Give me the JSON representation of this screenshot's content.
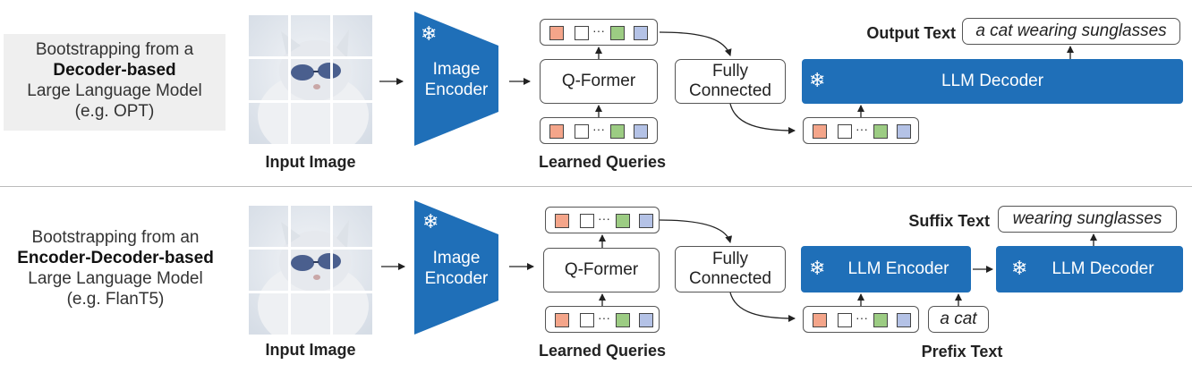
{
  "rows": [
    {
      "id": "decoder",
      "description_lines": [
        "Bootstrapping from a",
        "Decoder-based",
        "Large Language Model",
        "(e.g. OPT)"
      ],
      "input_caption": "Input Image",
      "image_encoder_label": [
        "Image",
        "Encoder"
      ],
      "qformer_label": "Q-Former",
      "learned_queries_caption": "Learned Queries",
      "fc_label": [
        "Fully",
        "Connected"
      ],
      "llm_blocks": [
        {
          "label": "LLM Decoder"
        }
      ],
      "output_caption": "Output Text",
      "output_text": "a cat wearing sunglasses"
    },
    {
      "id": "encoder-decoder",
      "description_lines": [
        "Bootstrapping from an",
        "Encoder-Decoder-based",
        "Large Language Model",
        "(e.g. FlanT5)"
      ],
      "input_caption": "Input Image",
      "image_encoder_label": [
        "Image",
        "Encoder"
      ],
      "qformer_label": "Q-Former",
      "learned_queries_caption": "Learned Queries",
      "fc_label": [
        "Fully",
        "Connected"
      ],
      "llm_blocks": [
        {
          "label": "LLM Encoder"
        },
        {
          "label": "LLM Decoder"
        }
      ],
      "output_caption": "Suffix Text",
      "output_text": "wearing sunglasses",
      "prefix_text": "a cat",
      "prefix_caption": "Prefix Text"
    }
  ],
  "colors": {
    "frozen_blue": "#1f6fb8",
    "token_colors": [
      "#f4a58a",
      "#ffffff",
      "#9ccc83",
      "#b4c2e6"
    ],
    "panel_gray": "#efefef"
  },
  "icons": {
    "frozen": "snowflake-icon"
  },
  "token_dots": "···"
}
